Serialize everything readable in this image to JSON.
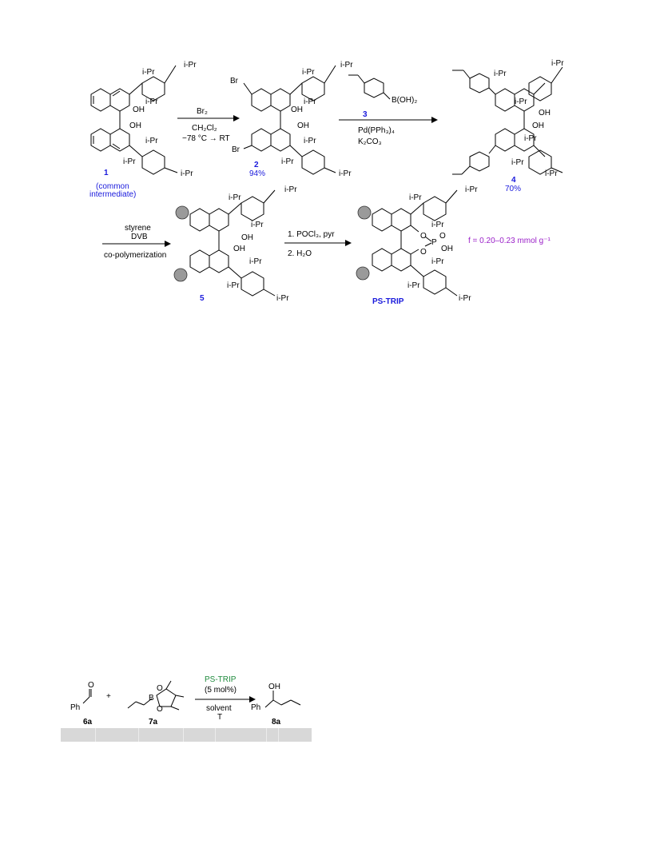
{
  "scheme1": {
    "substituent": "i-Pr",
    "hydroxyl": "OH",
    "bromo": "Br",
    "compound1": {
      "number": "1",
      "caption_line1": "(common",
      "caption_line2": "intermediate)"
    },
    "step1": {
      "reagent": "Br₂",
      "solvent": "CH₂Cl₂",
      "conditions": "−78 °C → RT"
    },
    "compound2": {
      "number": "2",
      "yield": "94%"
    },
    "step2": {
      "reagent_number": "3",
      "boronic_acid": "B(OH)₂",
      "catalyst": "Pd(PPh₃)₄",
      "base": "K₂CO₃"
    },
    "compound4": {
      "number": "4",
      "yield": "70%"
    },
    "step3": {
      "line1": "styrene",
      "line2": "DVB",
      "line3": "co-polymerization"
    },
    "compound5": {
      "number": "5"
    },
    "step4": {
      "line1": "1. POCl₃, pyr",
      "line2": "2. H₂O"
    },
    "phosphate": {
      "o1": "O",
      "o2": "O",
      "p": "P",
      "o3": "O",
      "oh": "OH"
    },
    "product": {
      "label": "PS-TRIP",
      "loading": "f = 0.20–0.23 mmol g⁻¹"
    }
  },
  "scheme2": {
    "aldehyde": {
      "o": "O",
      "ph": "Ph",
      "number": "6a"
    },
    "plus": "+",
    "boronate": {
      "b": "B",
      "o1": "O",
      "o2": "O",
      "number": "7a"
    },
    "arrow_above": {
      "catalyst": "PS-TRIP",
      "loading": "(5 mol%)"
    },
    "arrow_below": {
      "solvent": "solvent",
      "temperature": "T"
    },
    "product": {
      "oh": "OH",
      "ph": "Ph",
      "number": "8a"
    }
  },
  "colors": {
    "compound_number": "#1a1adc",
    "loading": "#9a1fc8",
    "catalyst": "#1e8a3c",
    "table_header": "#d8d8d8"
  }
}
